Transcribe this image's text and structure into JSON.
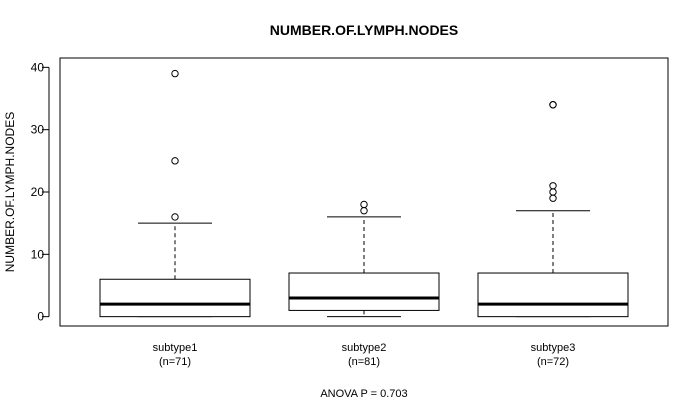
{
  "chart_data": {
    "type": "boxplot",
    "title": "NUMBER.OF.LYMPH.NODES",
    "ylabel": "NUMBER.OF.LYMPH.NODES",
    "xlabel": "",
    "ylim": [
      -1.5,
      41.5
    ],
    "yticks": [
      "0",
      "10",
      "20",
      "30",
      "40"
    ],
    "grid": false,
    "footer": "ANOVA P = 0.703",
    "groups": [
      {
        "name": "subtype1",
        "n_label": "(n=71)",
        "min": 0,
        "q1": 0,
        "median": 2,
        "q3": 6,
        "whisker_high": 15,
        "outliers": [
          16,
          25,
          39
        ]
      },
      {
        "name": "subtype2",
        "n_label": "(n=81)",
        "min": 0,
        "q1": 1,
        "median": 3,
        "q3": 7,
        "whisker_high": 16,
        "outliers": [
          17,
          18
        ]
      },
      {
        "name": "subtype3",
        "n_label": "(n=72)",
        "min": 0,
        "q1": 0,
        "median": 2,
        "q3": 7,
        "whisker_high": 17,
        "outliers": [
          19,
          20,
          21,
          34,
          34
        ]
      }
    ]
  }
}
